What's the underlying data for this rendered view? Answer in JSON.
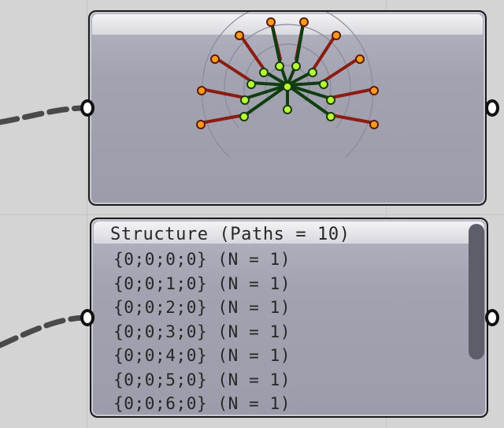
{
  "canvas": {
    "background": "#d4d4d4",
    "grid_color": "#c4c4c4",
    "wire_color": "#4a4a4a"
  },
  "preview_component": {
    "description_icon": "node-tree-preview",
    "leaf_node_color": "#ff9a1a",
    "inner_node_color": "#b8ff3a",
    "outer_branch_color": "#8a1c10",
    "inner_branch_color": "#0f3d10",
    "guide_arc_color": "#7a7a8a"
  },
  "param_viewer": {
    "header": "Structure (Paths = 10)",
    "rows": [
      "{0;0;0;0} (N = 1)",
      "{0;0;1;0} (N = 1)",
      "{0;0;2;0} (N = 1)",
      "{0;0;3;0} (N = 1)",
      "{0;0;4;0} (N = 1)",
      "{0;0;5;0} (N = 1)",
      "{0;0;6;0} (N = 1)"
    ]
  }
}
